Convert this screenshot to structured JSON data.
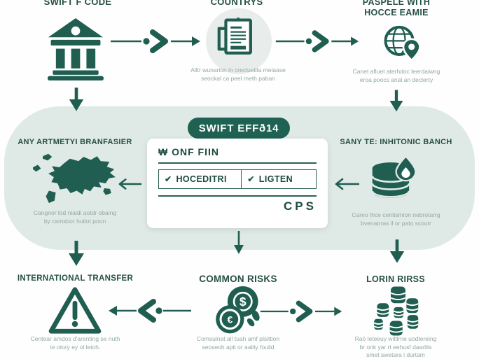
{
  "colors": {
    "teal": "#1f5e50",
    "header_text": "#265046",
    "caption_text": "#94a9a3",
    "band_bg": "#dfe9e6",
    "badge_bg": "#1f6152",
    "card_bg": "#ffffff"
  },
  "top_row": {
    "col1": {
      "title": "SWIFT F CODE"
    },
    "col2": {
      "title": "COUNTRYS",
      "cap1": "Alltr wunarion in crecluetila melaase",
      "cap2": "seockal ca peel meth paban"
    },
    "col3": {
      "title1": "PASPELE WITH",
      "title2": "HOCCE EAMIE",
      "cap1": "Canet afluet aterhdoc leerdaiwng",
      "cap2": "eroa poocs anal an declerty"
    }
  },
  "band": {
    "badge": "SWIFT EFFð14",
    "left": {
      "title": "ANY ARTMETYI BRANFASIER",
      "cap1": "Cangnor lod niaidi aotdr obaing",
      "cap2": "by camsbor hutlot poon"
    },
    "form": {
      "header": "₩ ONF FIIN",
      "check": "✔",
      "option1": "HOCEDITRI",
      "option2": "LIGTEN",
      "footer": "CPS"
    },
    "right": {
      "title": "SANY TE: INHITONIC BANCH",
      "cap1": "Careo thce centismion nebrotarrg",
      "cap2": "bvenatrras il or pato scoutr"
    }
  },
  "bottom_row": {
    "col1": {
      "title": "INTERNATIONAL TRANSFER",
      "cap1": "Centear amdos d'arenting se nuth",
      "cap2": "te otory ey ol letoh."
    },
    "col2": {
      "title": "COMMON RISKS",
      "dollar": "$",
      "euro": "€",
      "cap1": "Comsuinat all tuah amf plsittion",
      "cap2": "seoseoh apti or aality fouild"
    },
    "col3": {
      "title": "LORIN RIRSS",
      "cap1": "Raö leteeuy wiltlrne uodtereing",
      "cap2": "br onk yar rt eehusf daarlits",
      "cap3": "smet swetara i durtam"
    }
  },
  "icons": {
    "bank-icon": "classical bank building",
    "documents-icon": "stacked documents",
    "globe-pin-icon": "globe with location pin",
    "map-icon": "continent map silhouette",
    "database-droplet-icon": "coin cylinder with droplet",
    "warning-icon": "warning triangle with exclamation",
    "currency-coins-icon": "dollar and euro coins",
    "coin-stacks-icon": "scattered coin stacks"
  }
}
